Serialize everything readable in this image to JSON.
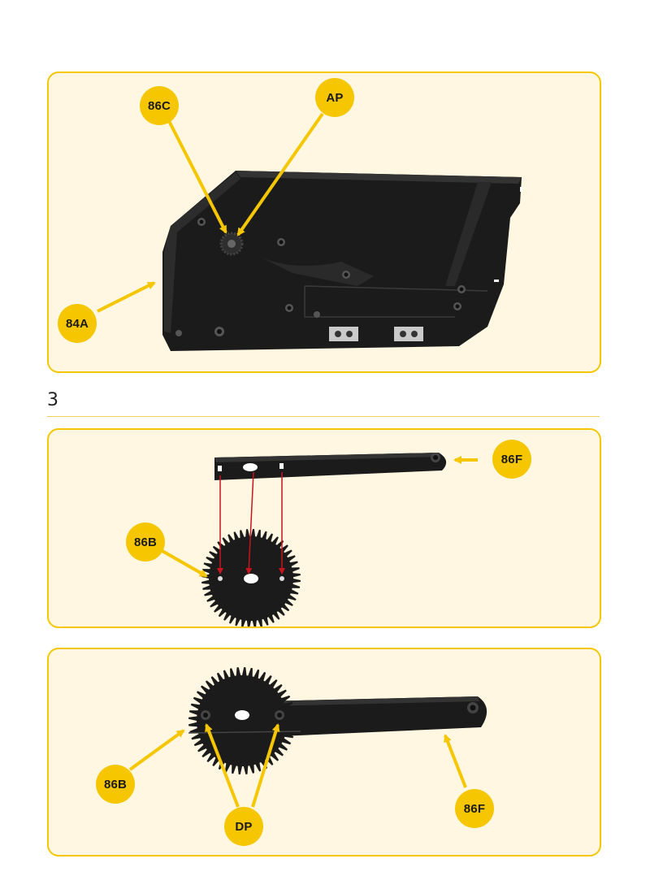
{
  "step": {
    "number": "3"
  },
  "panel1": {
    "labels": {
      "part_86c": "86C",
      "ap": "AP",
      "part_84a": "84A"
    }
  },
  "panel2": {
    "labels": {
      "part_86f": "86F",
      "part_86b": "86B"
    }
  },
  "panel3": {
    "labels": {
      "part_86b": "86B",
      "part_86f": "86F",
      "dp": "DP"
    }
  },
  "colors": {
    "accent_yellow": "#f6c700",
    "panel_background": "#fff7e2",
    "part_black": "#1b1b1b",
    "guide_red": "#c8141e"
  }
}
